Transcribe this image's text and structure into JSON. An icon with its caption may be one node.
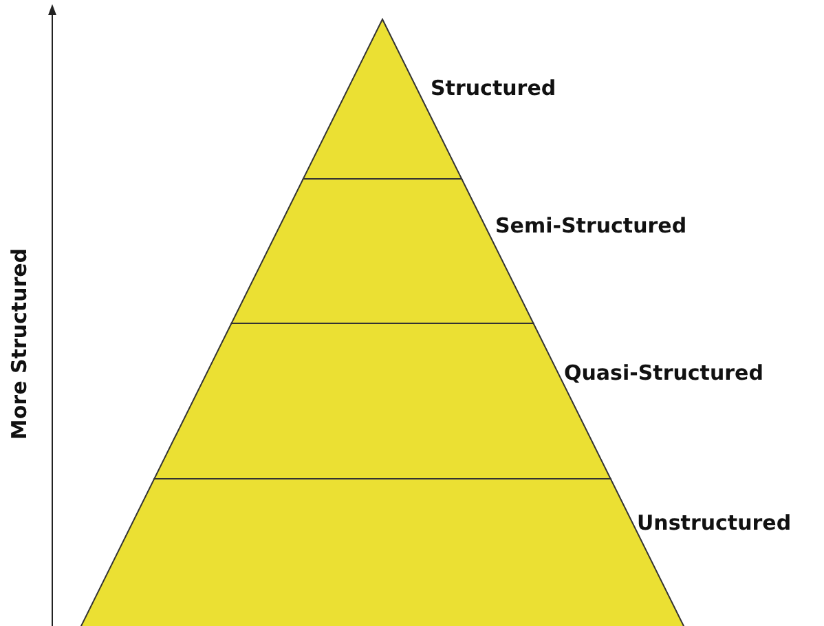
{
  "diagram": {
    "nodes": [
      {
        "text": [
          "Structured"
        ]
      },
      {
        "text": [
          "Semi-Structured"
        ]
      },
      {
        "text": [
          "Quasi-Structured"
        ]
      },
      {
        "text": [
          "Unstructured"
        ]
      }
    ],
    "labels": [
      "More Structured"
    ]
  }
}
